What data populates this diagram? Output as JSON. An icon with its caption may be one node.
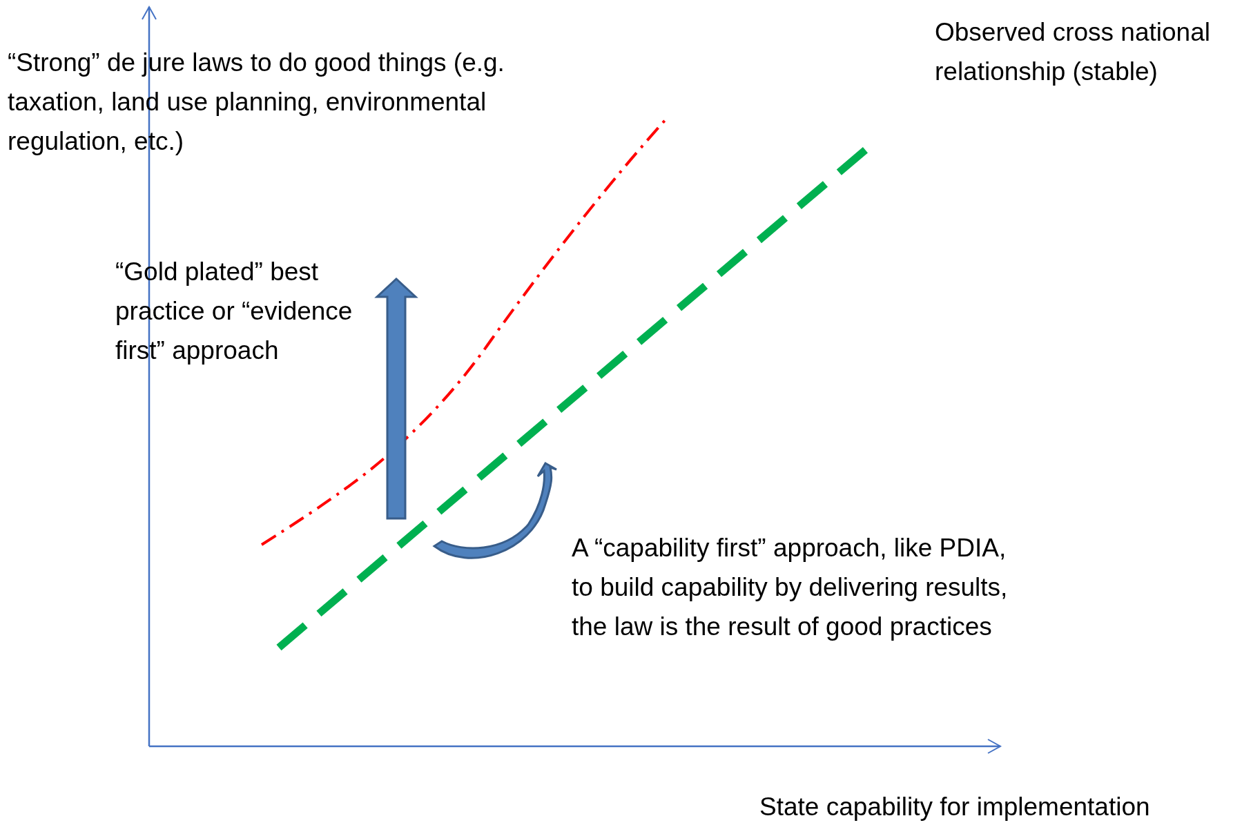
{
  "diagram": {
    "labels": [
      "“Strong” de jure laws to do good things (e.g. taxation, land use planning, environmental regulation, etc.)",
      "Observed cross national relationship (stable)",
      "“Gold plated” best practice or “evidence first” approach",
      "A “capability first” approach, like PDIA, to build capability by delivering results, the law is the result of good practices",
      "State capability for implementation"
    ]
  }
}
